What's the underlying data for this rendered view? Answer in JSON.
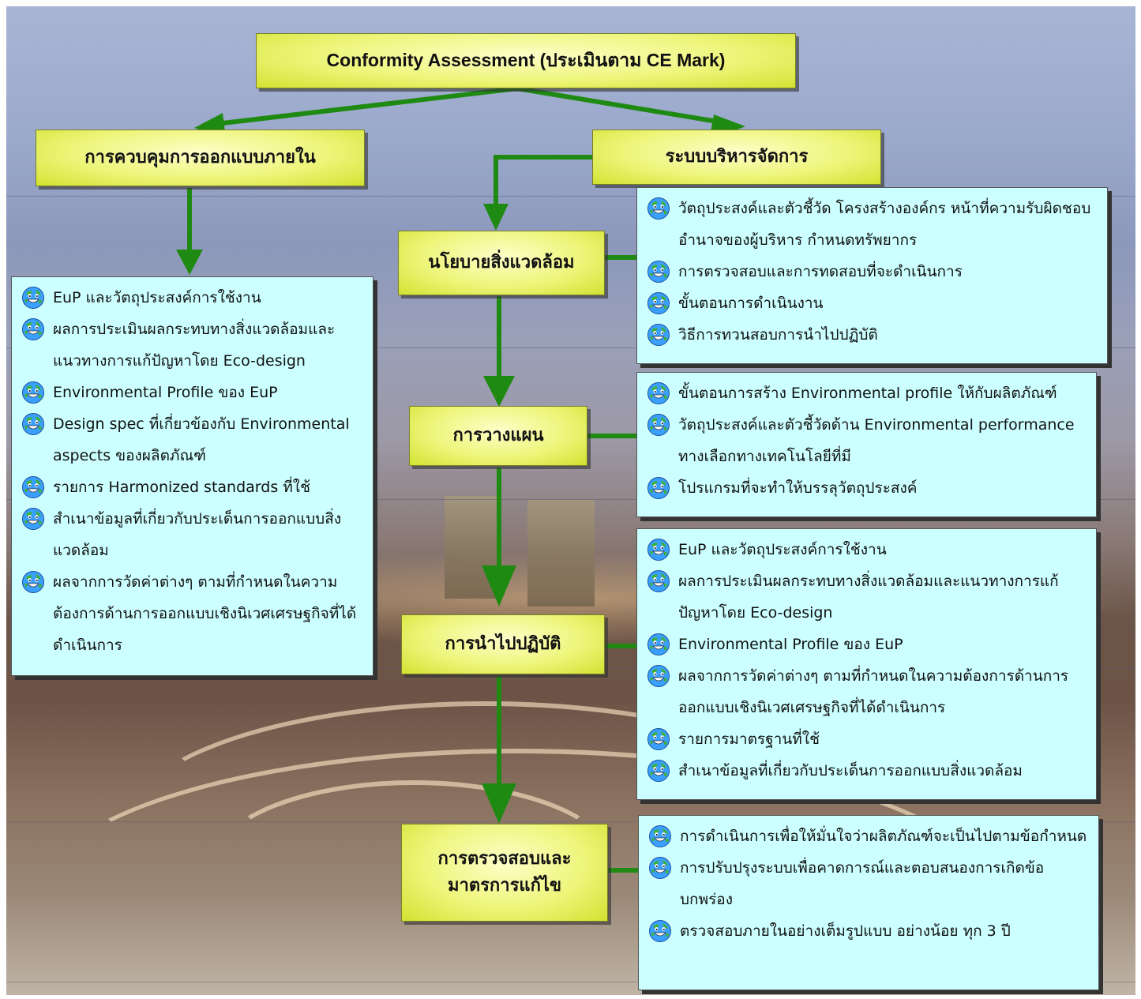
{
  "title": "Conformity Assessment (ประเมินตาม CE Mark)",
  "left_branch": {
    "label": "การควบคุมการออกแบบภายใน",
    "items": [
      "EuP และวัตถุประสงค์การใช้งาน",
      "ผลการประเมินผลกระทบทางสิ่งแวดล้อมและแนวทางการแก้ปัญหาโดย Eco-design",
      "Environmental Profile ของ EuP",
      "Design spec ที่เกี่ยวข้องกับ Environmental aspects ของผลิตภัณฑ์",
      "รายการ Harmonized standards ที่ใช้",
      "สำเนาข้อมูลที่เกี่ยวกับประเด็นการออกแบบสิ่งแวดล้อม",
      "ผลจากการวัดค่าต่างๆ ตามที่กำหนดในความต้องการด้านการออกแบบเชิงนิเวศเศรษฐกิจที่ได้ดำเนินการ"
    ]
  },
  "right_branch": {
    "label": "ระบบบริหารจัดการ",
    "steps": [
      {
        "label": "นโยบายสิ่งแวดล้อม",
        "items": [
          "วัตถุประสงค์และตัวชี้วัด โครงสร้างองค์กร หน้าที่ความรับผิดชอบ อำนาจของผู้บริหาร กำหนดทรัพยากร",
          "การตรวจสอบและการทดสอบที่จะดำเนินการ",
          "ขั้นตอนการดำเนินงาน",
          "วิธีการทวนสอบการนำไปปฏิบัติ"
        ]
      },
      {
        "label": "การวางแผน",
        "items": [
          "ขั้นตอนการสร้าง Environmental profile ให้กับผลิตภัณฑ์",
          "วัตถุประสงค์และตัวชี้วัดด้าน Environmental performance ทางเลือกทางเทคโนโลยีที่มี",
          "โปรแกรมที่จะทำให้บรรลุวัตถุประสงค์"
        ]
      },
      {
        "label": "การนำไปปฏิบัติ",
        "items": [
          "EuP และวัตถุประสงค์การใช้งาน",
          "ผลการประเมินผลกระทบทางสิ่งแวดล้อมและแนวทางการแก้ปัญหาโดย Eco-design",
          "Environmental Profile ของ EuP",
          "ผลจากการวัดค่าต่างๆ ตามที่กำหนดในความต้องการด้านการออกแบบเชิงนิเวศเศรษฐกิจที่ได้ดำเนินการ",
          "รายการมาตรฐานที่ใช้",
          "สำเนาข้อมูลที่เกี่ยวกับประเด็นการออกแบบสิ่งแวดล้อม"
        ]
      },
      {
        "label": "การตรวจสอบและมาตรการแก้ไข",
        "items": [
          "การดำเนินการเพื่อให้มั่นใจว่าผลิตภัณฑ์จะเป็นไปตามข้อกำหนด",
          "การปรับปรุงระบบเพื่อคาดการณ์และตอบสนองการเกิดข้อบกพร่อง",
          "ตรวจสอบภายในอย่างเต็มรูปแบบ อย่างน้อย ทุก 3 ปี"
        ]
      }
    ]
  },
  "colors": {
    "arrow": "#1f8a12",
    "box_fill": "#ccffff",
    "node_fill": "#e6f05a"
  },
  "icon": "smiling-globe-icon"
}
